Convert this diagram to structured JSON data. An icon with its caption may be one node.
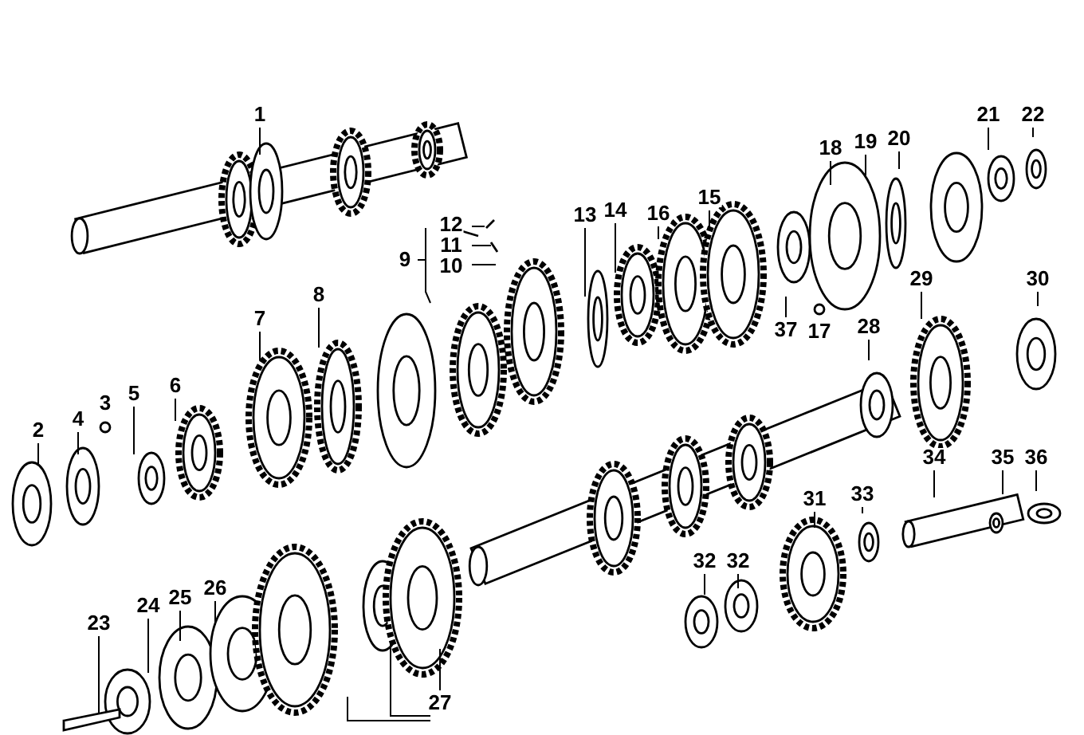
{
  "diagram": {
    "nodes": [
      {
        "text": [
          "1"
        ]
      },
      {
        "text": [
          "2"
        ]
      },
      {
        "text": [
          "3"
        ]
      },
      {
        "text": [
          "4"
        ]
      },
      {
        "text": [
          "5"
        ]
      },
      {
        "text": [
          "6"
        ]
      },
      {
        "text": [
          "7"
        ]
      },
      {
        "text": [
          "8"
        ]
      },
      {
        "text": [
          "9"
        ]
      },
      {
        "text": [
          "10"
        ]
      },
      {
        "text": [
          "11"
        ]
      },
      {
        "text": [
          "12"
        ]
      },
      {
        "text": [
          "13"
        ]
      },
      {
        "text": [
          "14"
        ]
      },
      {
        "text": [
          "15"
        ]
      },
      {
        "text": [
          "16"
        ]
      },
      {
        "text": [
          "17"
        ]
      },
      {
        "text": [
          "18"
        ]
      },
      {
        "text": [
          "19"
        ]
      },
      {
        "text": [
          "20"
        ]
      },
      {
        "text": [
          "21"
        ]
      },
      {
        "text": [
          "22"
        ]
      },
      {
        "text": [
          "23"
        ]
      },
      {
        "text": [
          "24"
        ]
      },
      {
        "text": [
          "25"
        ]
      },
      {
        "text": [
          "26"
        ]
      },
      {
        "text": [
          "27"
        ]
      },
      {
        "text": [
          "28"
        ]
      },
      {
        "text": [
          "29"
        ]
      },
      {
        "text": [
          "30"
        ]
      },
      {
        "text": [
          "31"
        ]
      },
      {
        "text": [
          "32"
        ]
      },
      {
        "text": [
          "32"
        ]
      },
      {
        "text": [
          "33"
        ]
      },
      {
        "text": [
          "34"
        ]
      },
      {
        "text": [
          "35"
        ]
      },
      {
        "text": [
          "36"
        ]
      },
      {
        "text": [
          "37"
        ]
      }
    ],
    "edges": [
      {
        "from": 0,
        "to": null,
        "arrow": "none"
      },
      {
        "from": 1,
        "to": null,
        "arrow": "none"
      },
      {
        "from": 3,
        "to": null,
        "arrow": "none"
      },
      {
        "from": 4,
        "to": null,
        "arrow": "none"
      },
      {
        "from": 5,
        "to": null,
        "arrow": "none"
      },
      {
        "from": 6,
        "to": null,
        "arrow": "none"
      },
      {
        "from": 7,
        "to": null,
        "arrow": "none"
      },
      {
        "from": 8,
        "to": null,
        "arrow": "none"
      },
      {
        "from": 9,
        "to": null,
        "arrow": "none"
      },
      {
        "from": 10,
        "to": null,
        "arrow": "none"
      },
      {
        "from": 11,
        "to": null,
        "arrow": "none"
      },
      {
        "from": 12,
        "to": null,
        "arrow": "none"
      },
      {
        "from": 13,
        "to": null,
        "arrow": "none"
      },
      {
        "from": 14,
        "to": null,
        "arrow": "none"
      },
      {
        "from": 15,
        "to": null,
        "arrow": "none"
      },
      {
        "from": 17,
        "to": null,
        "arrow": "none"
      },
      {
        "from": 18,
        "to": null,
        "arrow": "none"
      },
      {
        "from": 19,
        "to": null,
        "arrow": "none"
      },
      {
        "from": 20,
        "to": null,
        "arrow": "none"
      },
      {
        "from": 21,
        "to": null,
        "arrow": "none"
      },
      {
        "from": 22,
        "to": null,
        "arrow": "none"
      },
      {
        "from": 23,
        "to": null,
        "arrow": "none"
      },
      {
        "from": 24,
        "to": null,
        "arrow": "none"
      },
      {
        "from": 25,
        "to": null,
        "arrow": "none"
      },
      {
        "from": 26,
        "to": null,
        "arrow": "none"
      },
      {
        "from": 26,
        "to": null,
        "arrow": "none"
      },
      {
        "from": 26,
        "to": null,
        "arrow": "none"
      },
      {
        "from": 27,
        "to": null,
        "arrow": "none"
      },
      {
        "from": 28,
        "to": null,
        "arrow": "none"
      },
      {
        "from": 29,
        "to": null,
        "arrow": "none"
      },
      {
        "from": 30,
        "to": null,
        "arrow": "none"
      },
      {
        "from": 31,
        "to": null,
        "arrow": "none"
      },
      {
        "from": 32,
        "to": null,
        "arrow": "none"
      },
      {
        "from": 33,
        "to": null,
        "arrow": "none"
      },
      {
        "from": 34,
        "to": null,
        "arrow": "none"
      },
      {
        "from": 35,
        "to": null,
        "arrow": "none"
      },
      {
        "from": 36,
        "to": null,
        "arrow": "none"
      },
      {
        "from": 37,
        "to": null,
        "arrow": "none"
      }
    ]
  }
}
